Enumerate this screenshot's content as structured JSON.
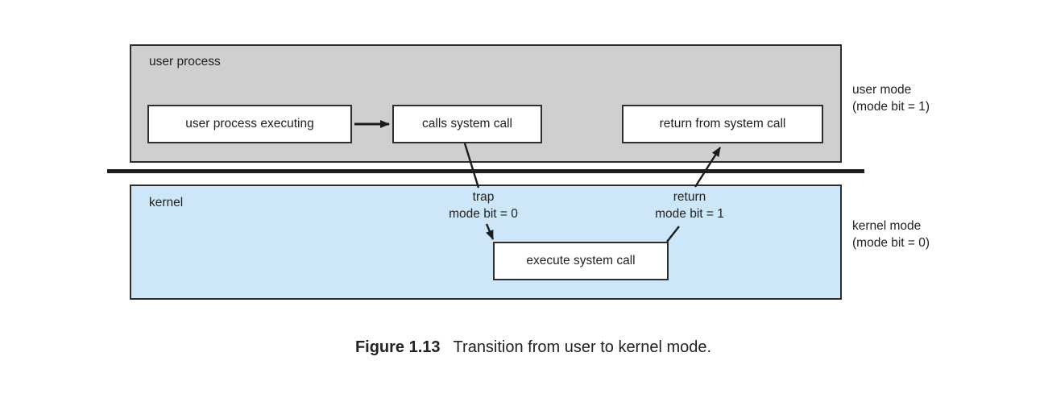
{
  "figure": {
    "regions": {
      "user": {
        "label": "user process"
      },
      "kernel": {
        "label": "kernel"
      }
    },
    "nodes": {
      "user_process_executing": "user process executing",
      "calls_system_call": "calls system call",
      "return_from_system_call": "return from system call",
      "execute_system_call": "execute system call"
    },
    "transitions": {
      "trap": {
        "line1": "trap",
        "line2": "mode bit = 0"
      },
      "return": {
        "line1": "return",
        "line2": "mode bit = 1"
      }
    },
    "side_labels": {
      "user_mode": {
        "line1": "user mode",
        "line2": "(mode bit = 1)"
      },
      "kernel_mode": {
        "line1": "kernel mode",
        "line2": "(mode bit = 0)"
      }
    },
    "caption": {
      "label": "Figure 1.13",
      "text": "Transition from user to kernel mode."
    },
    "colors": {
      "user_region_fill": "#cfcfcf",
      "kernel_region_fill": "#cde7f8",
      "box_border": "#2e2e2e",
      "line": "#1c1c1c",
      "text": "#222222"
    }
  }
}
